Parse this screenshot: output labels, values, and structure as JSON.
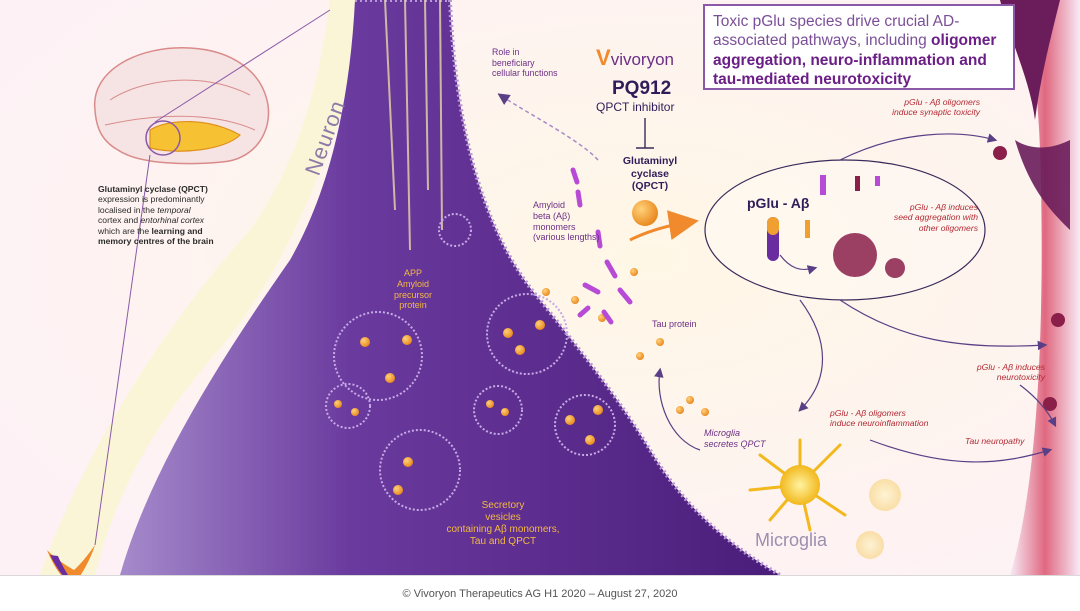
{
  "callout": {
    "part1": "Toxic pGlu species drive crucial AD-associated pathways, including ",
    "part2": "oligomer aggregation, neuro-inflammation and tau-mediated neurotoxicity"
  },
  "brain_caption": {
    "l1": "Glutaminyl cyclase (QPCT)",
    "l2": "expression is predominantly",
    "l3a": "localised in the ",
    "l3b": "temporal",
    "l4a": "cortex and ",
    "l4b": "entorhinal cortex",
    "l5a": "which are the ",
    "l5b": "learning and",
    "l6": "memory centres of the brain"
  },
  "logo": {
    "brand": "vivoryon"
  },
  "drug": {
    "name": "PQ912",
    "subtitle": "QPCT inhibitor"
  },
  "enzyme": {
    "l1": "Glutaminyl",
    "l2": "cyclase",
    "l3": "(QPCT)"
  },
  "labels": {
    "neuron": "Neuron",
    "microglia": "Microglia",
    "role": [
      "Role in",
      "beneficiary",
      "cellular functions"
    ],
    "amyloid": [
      "Amyloid",
      "beta (Aβ)",
      "monomers",
      "(various lengths)"
    ],
    "app": [
      "APP",
      "Amyloid",
      "precursor",
      "protein"
    ],
    "tau_protein": "Tau protein",
    "microglia_secretes": [
      "Microglia",
      "secretes QPCT"
    ],
    "secretory": [
      "Secretory",
      "vesicles",
      "containing Aβ monomers,",
      "Tau and QPCT"
    ],
    "pglu_ab": "pGlu - Aβ",
    "seed": [
      "pGlu - Aβ induces",
      "seed aggregation with",
      "other oligomers"
    ],
    "synaptic": [
      "pGlu - Aβ oligomers",
      "induce synaptic toxicity"
    ],
    "neurotoxicity": [
      "pGlu - Aβ induces",
      "neurotoxicity"
    ],
    "neuroinflammation": [
      "pGlu - Aβ oligomers",
      "induce neuroinflammation"
    ],
    "tau_neuropathy": "Tau neuropathy"
  },
  "footer": {
    "text": "© Vivoryon Therapeutics AG H1 2020 – August 27, 2020"
  },
  "colors": {
    "neuron_purple": "#5a2a8a",
    "accent_orange": "#f0a030",
    "red": "#b22a34",
    "callout_border": "#8a5aa8"
  }
}
